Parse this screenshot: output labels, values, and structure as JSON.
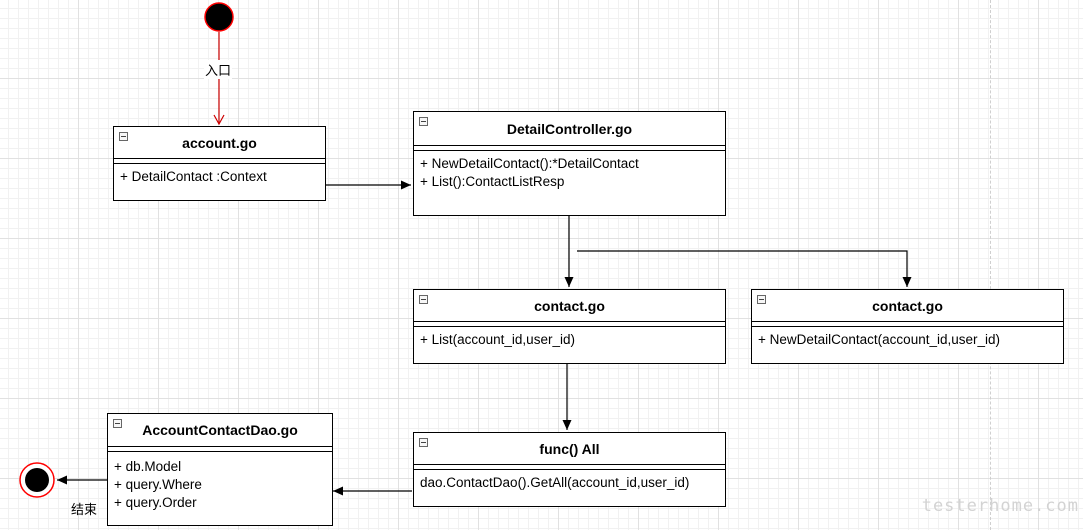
{
  "diagram": {
    "entry_label": "入口",
    "exit_label": "结束",
    "watermark": "testerhome.com"
  },
  "nodes": {
    "account": {
      "title": "account.go",
      "members": [
        "+ DetailContact :Context"
      ]
    },
    "detail_controller": {
      "title": "DetailController.go",
      "members": [
        "+ NewDetailContact():*DetailContact",
        "+ List():ContactListResp"
      ]
    },
    "contact_list": {
      "title": "contact.go",
      "members": [
        "+ List(account_id,user_id)"
      ]
    },
    "contact_new": {
      "title": "contact.go",
      "members": [
        "+ NewDetailContact(account_id,user_id)"
      ]
    },
    "func_all": {
      "title": "func() All",
      "members": [
        "dao.ContactDao().GetAll(account_id,user_id)"
      ]
    },
    "dao": {
      "title": "AccountContactDao.go",
      "members": [
        "+ db.Model",
        "+ query.Where",
        "+ query.Order"
      ]
    }
  },
  "colors": {
    "entry_flow": "#cc0000",
    "node_fill": "#000000",
    "exit_ring": "#ff0000",
    "line": "#000000"
  }
}
